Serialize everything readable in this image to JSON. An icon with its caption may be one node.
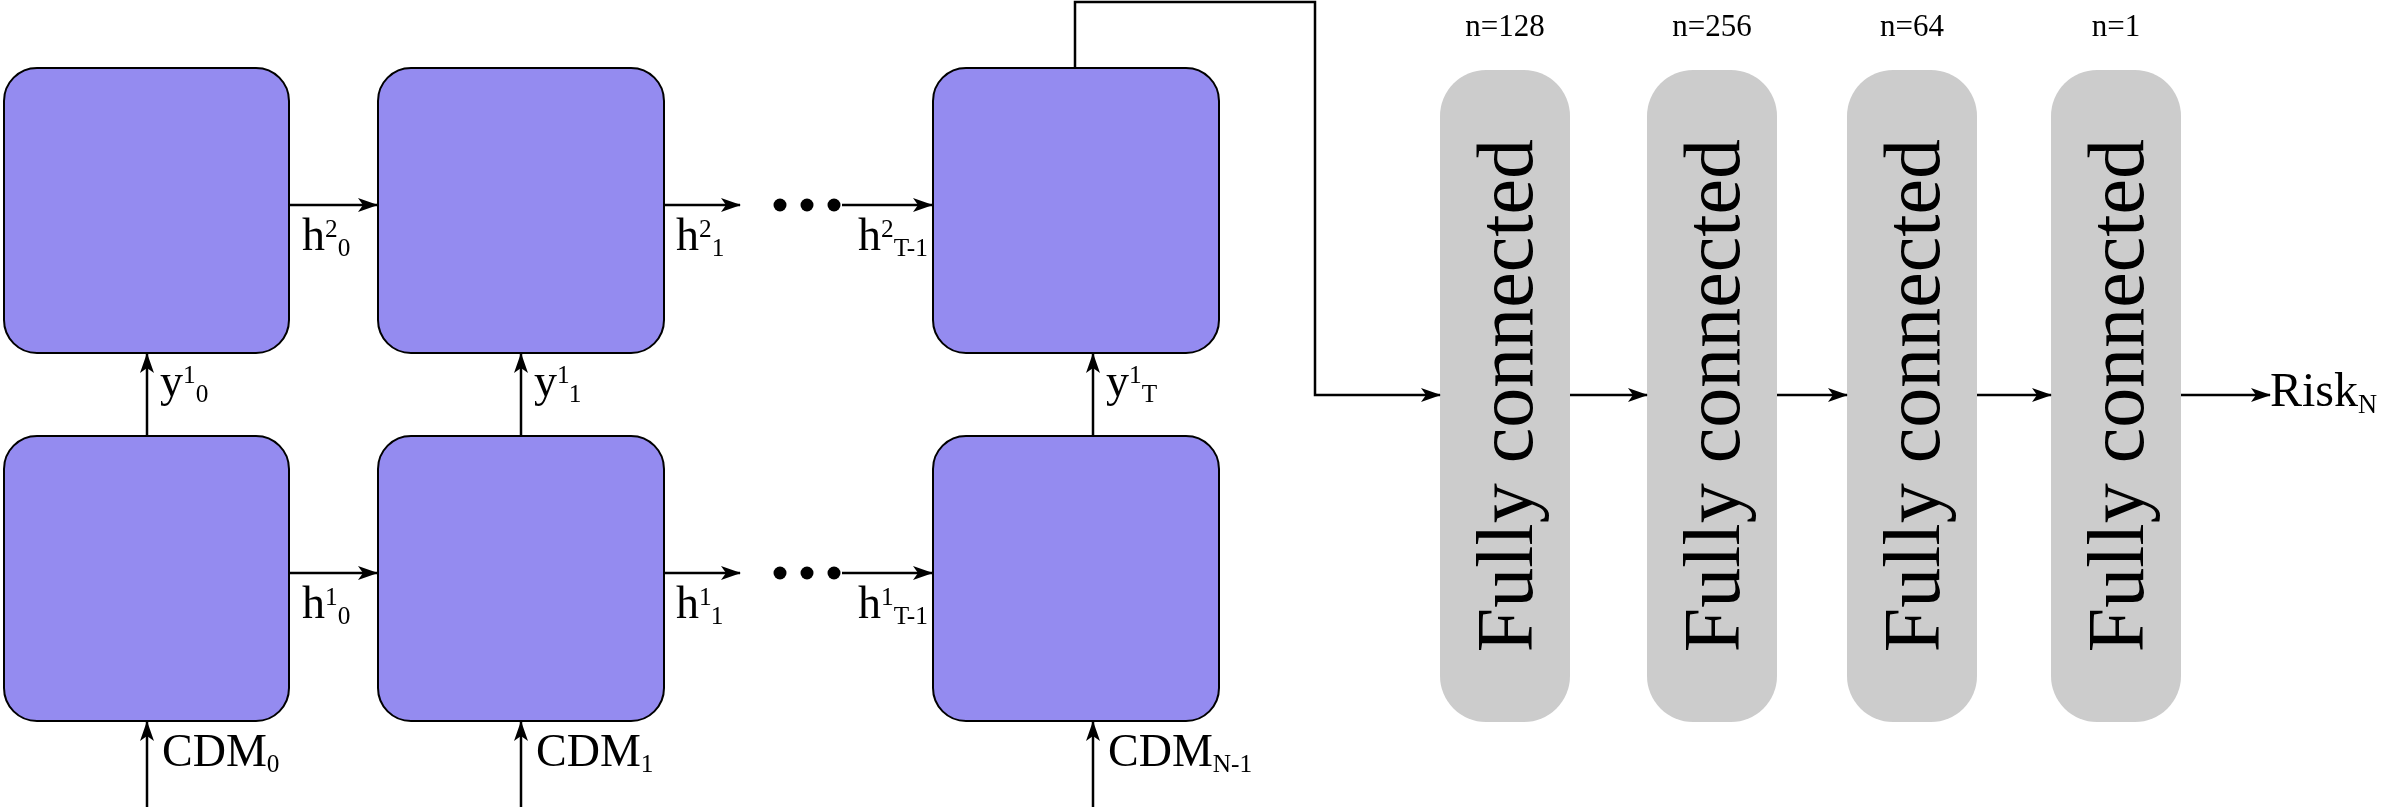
{
  "diagram": {
    "nodes": [
      {
        "text": [],
        "shape": "box"
      },
      {
        "text": [],
        "shape": "box"
      },
      {
        "text": [],
        "shape": "box"
      },
      {
        "text": [],
        "shape": "box"
      },
      {
        "text": [],
        "shape": "box"
      },
      {
        "text": [],
        "shape": "box"
      },
      {
        "text": [
          "Fully connected"
        ],
        "beside": [
          "n=128"
        ]
      },
      {
        "text": [
          "Fully connected"
        ],
        "beside": [
          "n=256"
        ]
      },
      {
        "text": [
          "Fully connected"
        ],
        "beside": [
          "n=64"
        ]
      },
      {
        "text": [
          "Fully connected"
        ],
        "beside": [
          "n=1"
        ]
      },
      {
        "text": [
          "Risk$_{N}$"
        ]
      },
      {
        "text": [],
        "shape": "dots"
      },
      {
        "text": [],
        "shape": "dots"
      }
    ],
    "edges": [
      {
        "from": 0,
        "to": 1,
        "arrow": "to",
        "label": "h$^{2}$$_{0}$"
      },
      {
        "from": 1,
        "to": 11,
        "arrow": "to",
        "label": "h$^{2}$$_{1}$"
      },
      {
        "from": 11,
        "to": 2,
        "arrow": "to",
        "label": "h$^{2}$$_{T-1}$"
      },
      {
        "from": 3,
        "to": 4,
        "arrow": "to",
        "label": "h$^{1}$$_{0}$"
      },
      {
        "from": 4,
        "to": 12,
        "arrow": "to",
        "label": "h$^{1}$$_{1}$"
      },
      {
        "from": 12,
        "to": 5,
        "arrow": "to",
        "label": "h$^{1}$$_{T-1}$"
      },
      {
        "from": 3,
        "to": 0,
        "arrow": "to",
        "label": "y$^{1}$$_{0}$"
      },
      {
        "from": 4,
        "to": 1,
        "arrow": "to",
        "label": "y$^{1}$$_{1}$"
      },
      {
        "from": 5,
        "to": 2,
        "arrow": "to",
        "label": "y$^{1}$$_{T}$"
      },
      {
        "from": null,
        "to": 3,
        "arrow": "to",
        "label": "CDM$_{0}$"
      },
      {
        "from": null,
        "to": 4,
        "arrow": "to",
        "label": "CDM$_{1}$"
      },
      {
        "from": null,
        "to": 5,
        "arrow": "to",
        "label": "CDM$_{N-1}$"
      },
      {
        "from": 2,
        "to": 6,
        "arrow": "to"
      },
      {
        "from": 6,
        "to": 7,
        "arrow": "to"
      },
      {
        "from": 7,
        "to": 8,
        "arrow": "to"
      },
      {
        "from": 8,
        "to": 9,
        "arrow": "to"
      },
      {
        "from": 9,
        "to": 10,
        "arrow": "to"
      }
    ]
  }
}
